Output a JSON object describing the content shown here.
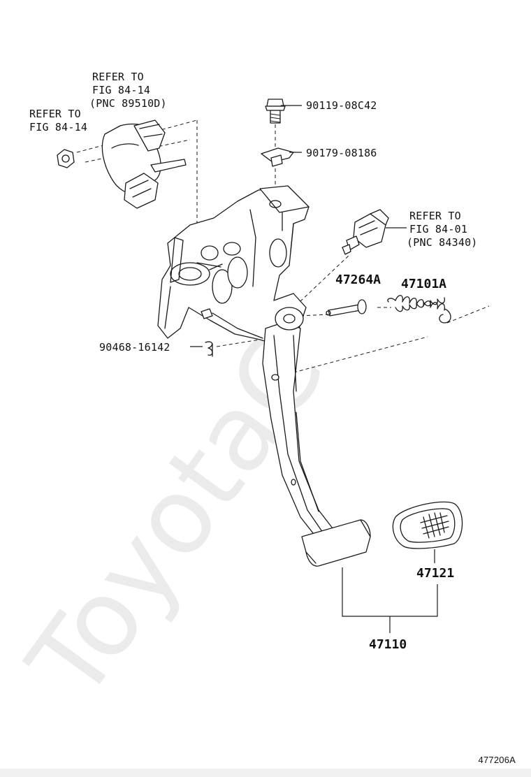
{
  "watermark": "ToyotaC",
  "figure_code": "477206A",
  "references": {
    "accel_sensor": [
      "REFER TO",
      "FIG 84-14",
      "(PNC 89510D)"
    ],
    "nut": [
      "REFER TO",
      "FIG 84-14"
    ],
    "stop_switch": [
      "REFER TO",
      "FIG 84-01",
      "(PNC 84340)"
    ]
  },
  "parts": {
    "bolt": "90119-08C42",
    "nut_clip": "90179-08186",
    "pin": "47264A",
    "spring": "47101A",
    "clip": "90468-16142",
    "pad": "47121",
    "assembly": "47110"
  },
  "colors": {
    "ink": "#1a1a1a",
    "watermark": "#ebebeb",
    "background": "#ffffff"
  }
}
